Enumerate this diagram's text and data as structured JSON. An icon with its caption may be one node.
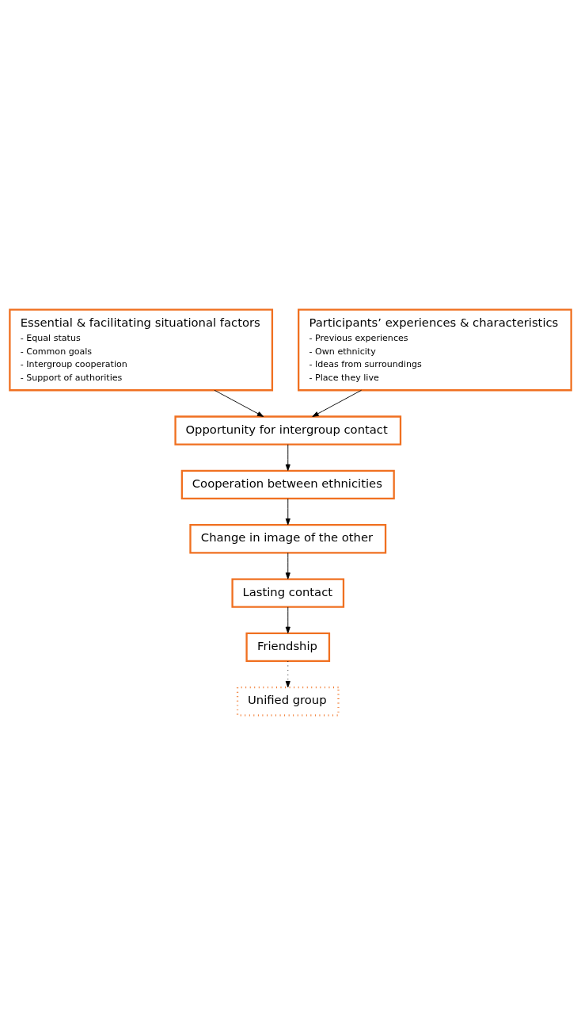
{
  "diagram": {
    "nodes": [
      {
        "text": [
          "Essential & facilitating situational factors",
          "- Equal status",
          "- Common goals",
          "- Intergroup cooperation",
          "- Support of authorities"
        ]
      },
      {
        "text": [
          "Participants’ experiences & characteristics",
          "- Previous experiences",
          "- Own ethnicity",
          "- Ideas from surroundings",
          "- Place they live"
        ]
      },
      {
        "text": [
          "Opportunity for intergroup contact"
        ]
      },
      {
        "text": [
          "Cooperation between ethnicities"
        ]
      },
      {
        "text": [
          "Change in image of the other"
        ]
      },
      {
        "text": [
          "Lasting contact"
        ]
      },
      {
        "text": [
          "Friendship"
        ]
      },
      {
        "text": [
          "Unified group"
        ]
      }
    ],
    "edges": [
      {
        "from": 0,
        "to": 2,
        "arrow": "to"
      },
      {
        "from": 1,
        "to": 2,
        "arrow": "to"
      },
      {
        "from": 2,
        "to": 3,
        "arrow": "to"
      },
      {
        "from": 3,
        "to": 4,
        "arrow": "to"
      },
      {
        "from": 4,
        "to": 5,
        "arrow": "to"
      },
      {
        "from": 5,
        "to": 6,
        "arrow": "to"
      },
      {
        "from": 6,
        "to": 7,
        "arrow": "to",
        "style": "dashed"
      }
    ]
  }
}
